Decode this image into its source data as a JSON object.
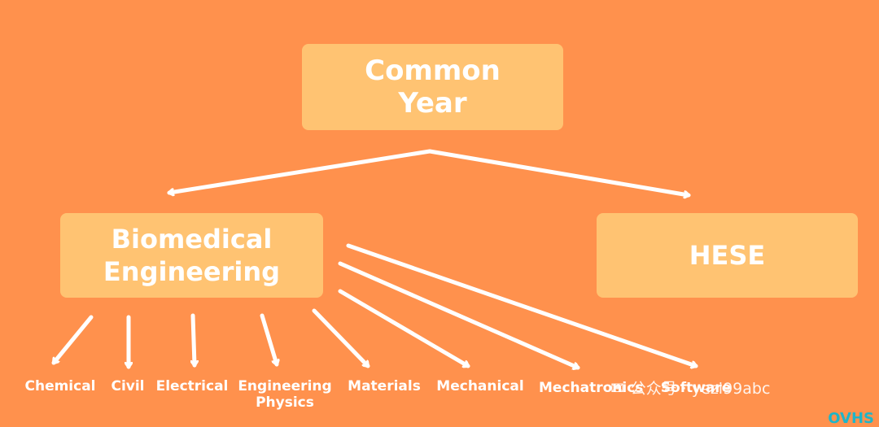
{
  "root": {
    "line1": "Common",
    "line2": "Year"
  },
  "branches": {
    "left": {
      "line1": "Biomedical",
      "line2": "Engineering"
    },
    "right": {
      "label": "HESE"
    }
  },
  "leaves": [
    {
      "line1": "Chemical",
      "line2": ""
    },
    {
      "line1": "Civil",
      "line2": ""
    },
    {
      "line1": "Electrical",
      "line2": ""
    },
    {
      "line1": "Engineering",
      "line2": "Physics"
    },
    {
      "line1": "Materials",
      "line2": ""
    },
    {
      "line1": "Mechanical",
      "line2": ""
    },
    {
      "line1": "Mechatronics",
      "line2": ""
    },
    {
      "line1": "Software",
      "line2": ""
    }
  ],
  "watermark": {
    "icon": "wechat-icon",
    "text": "公众号 · yezi99abc"
  },
  "corner_logo": "OVHS",
  "colors": {
    "background": "#ff914d",
    "box": "#ffc372",
    "text": "#ffffff"
  }
}
